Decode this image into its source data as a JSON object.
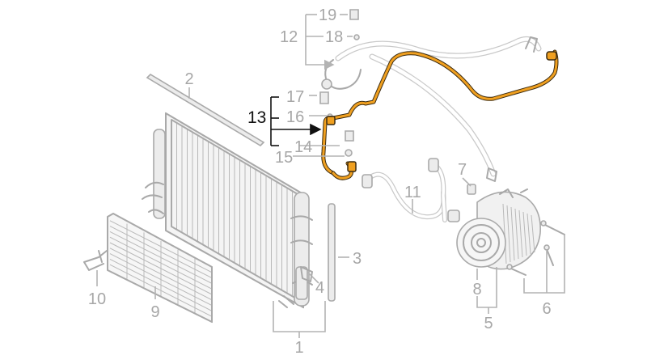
{
  "colors": {
    "highlight": "#f0a020",
    "highlight_outline": "#3a2a10",
    "part_gray": "#a9a9a9",
    "label_gray": "#a7a7a7",
    "label_active": "#111111",
    "background": "#ffffff"
  },
  "callouts": {
    "c1": "1",
    "c2": "2",
    "c3": "3",
    "c4": "4",
    "c5": "5",
    "c6": "6",
    "c7": "7",
    "c8": "8",
    "c9": "9",
    "c10": "10",
    "c11": "11",
    "c12": "12",
    "c13": "13",
    "c14": "14",
    "c15": "15",
    "c16": "16",
    "c17": "17",
    "c18": "18",
    "c19": "19"
  }
}
